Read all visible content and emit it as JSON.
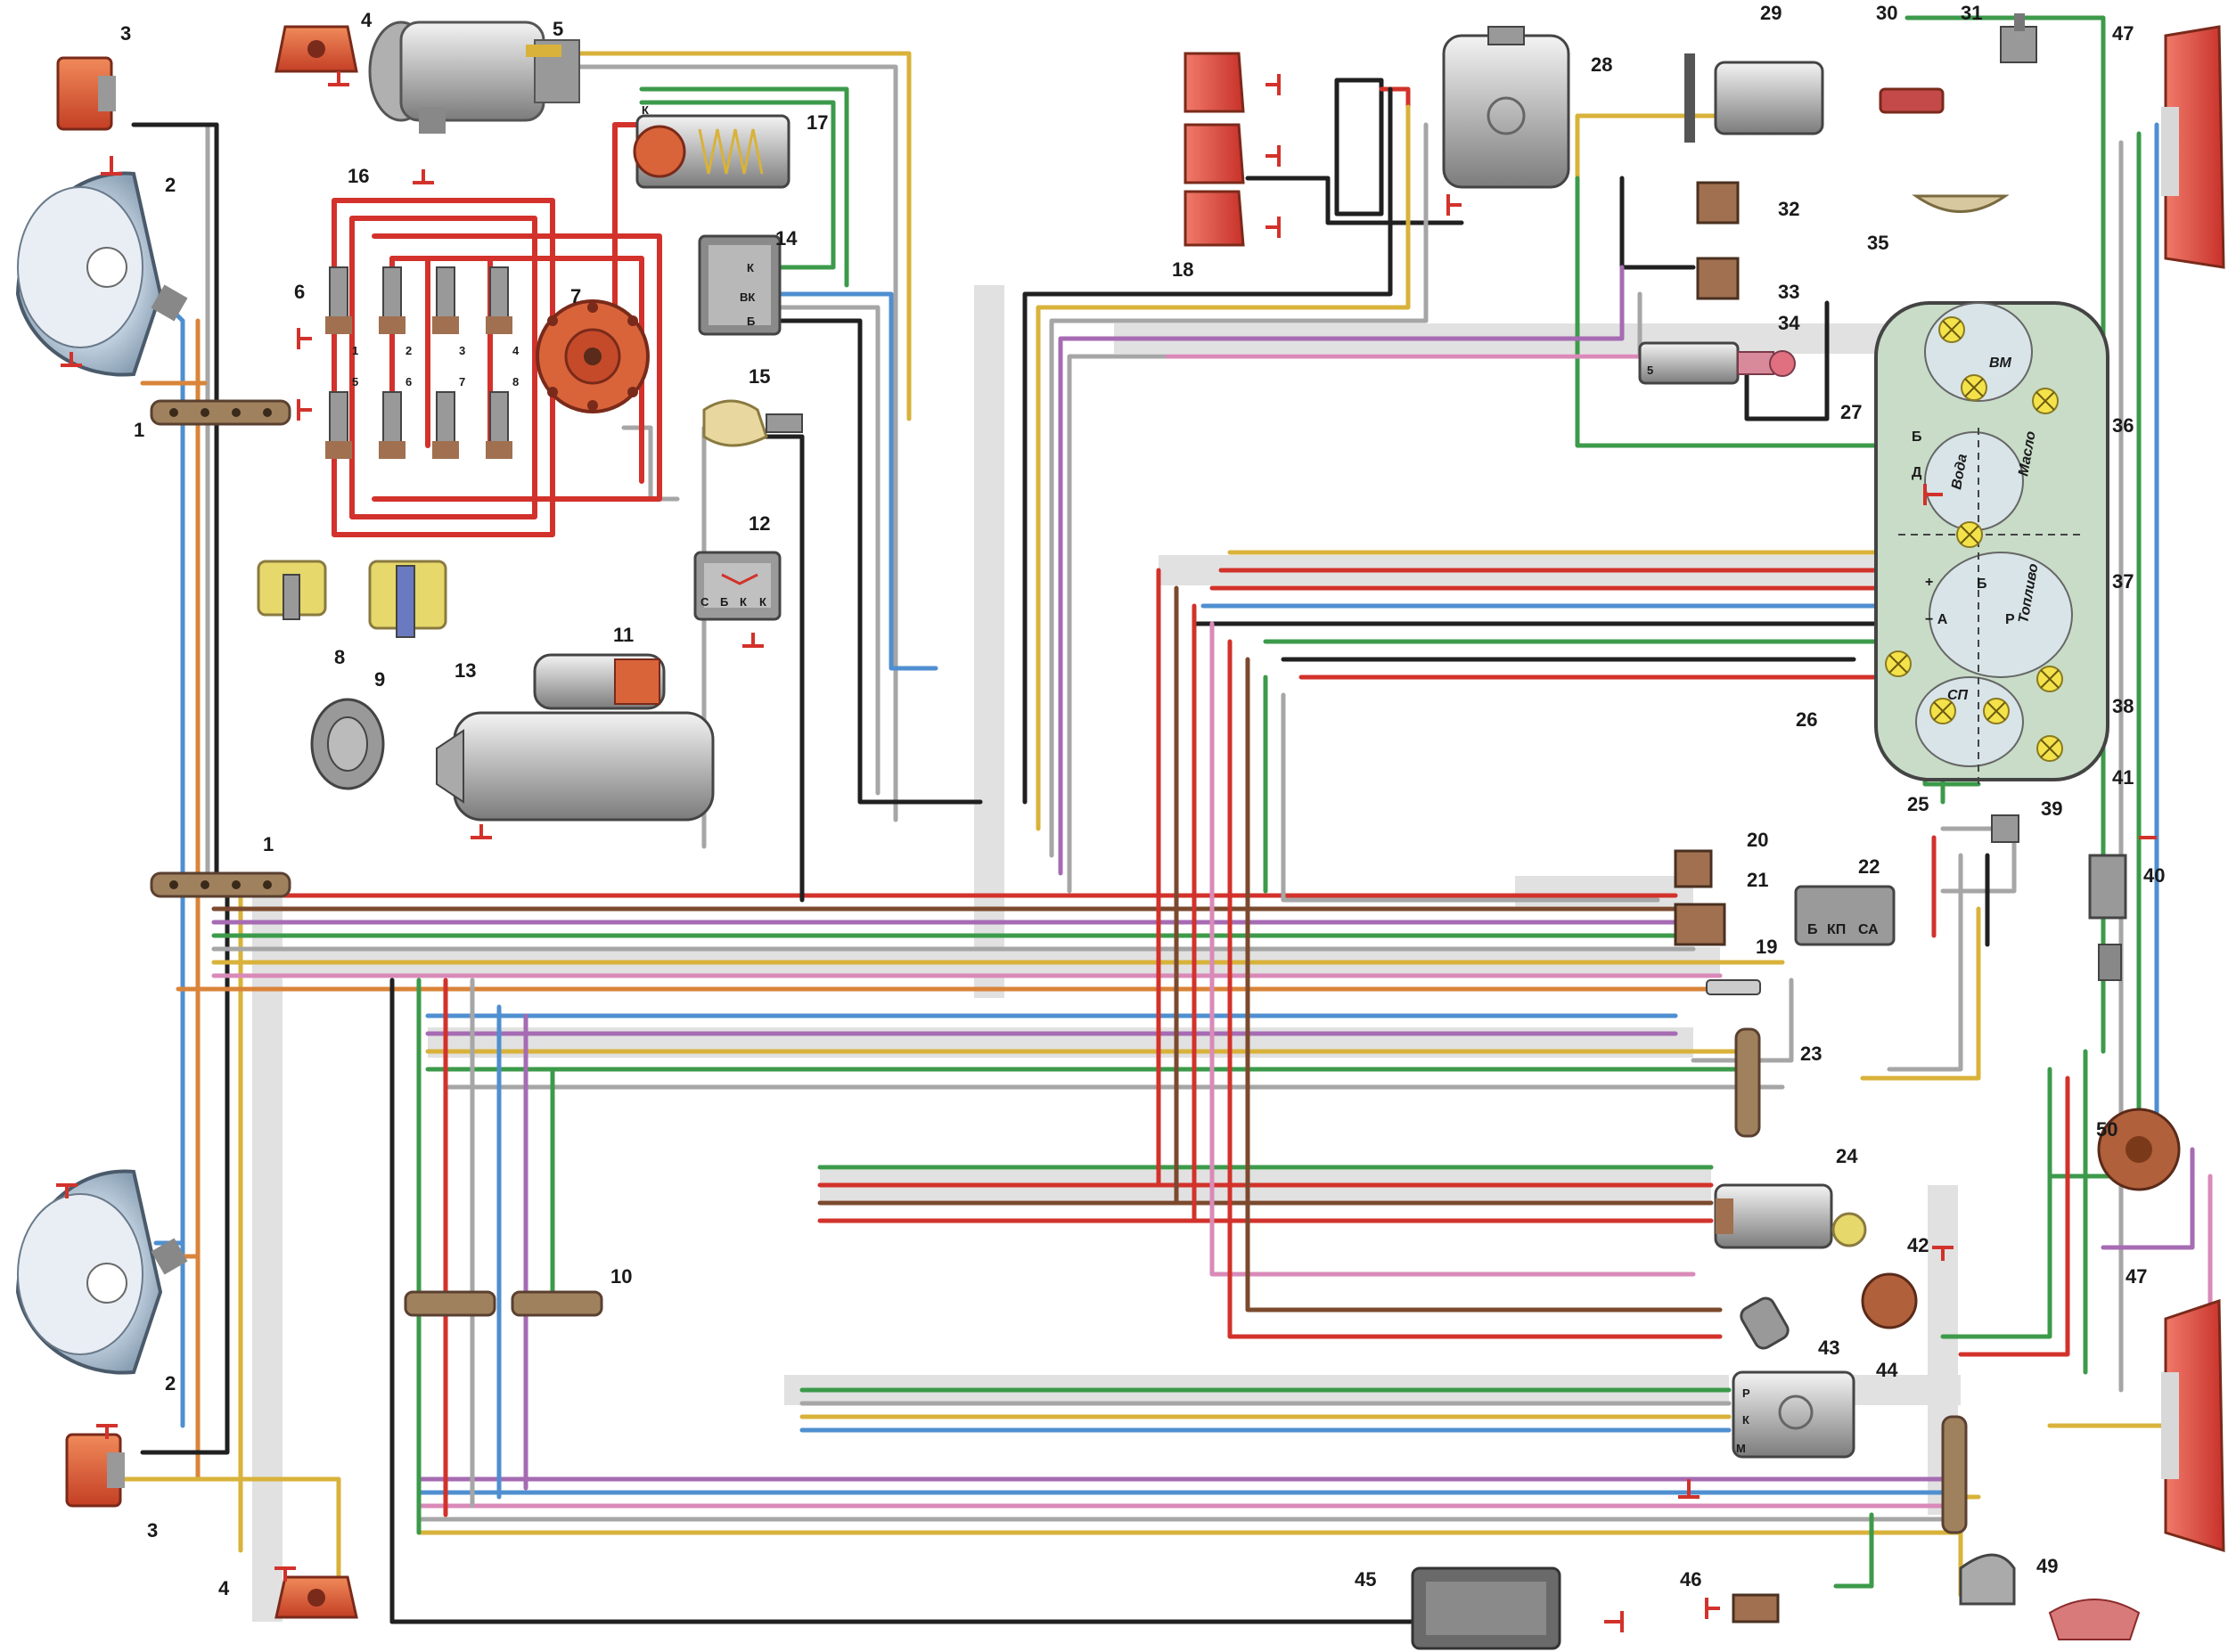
{
  "components": [
    {
      "id": "1",
      "label": "1"
    },
    {
      "id": "2",
      "label": "2"
    },
    {
      "id": "3",
      "label": "3"
    },
    {
      "id": "4",
      "label": "4"
    },
    {
      "id": "5",
      "label": "5"
    },
    {
      "id": "6",
      "label": "6"
    },
    {
      "id": "7",
      "label": "7"
    },
    {
      "id": "8",
      "label": "8"
    },
    {
      "id": "9",
      "label": "9"
    },
    {
      "id": "10",
      "label": "10"
    },
    {
      "id": "11",
      "label": "11"
    },
    {
      "id": "12",
      "label": "12"
    },
    {
      "id": "13",
      "label": "13"
    },
    {
      "id": "14",
      "label": "14"
    },
    {
      "id": "15",
      "label": "15"
    },
    {
      "id": "16",
      "label": "16"
    },
    {
      "id": "17",
      "label": "17"
    },
    {
      "id": "18",
      "label": "18"
    },
    {
      "id": "19",
      "label": "19"
    },
    {
      "id": "20",
      "label": "20"
    },
    {
      "id": "21",
      "label": "21"
    },
    {
      "id": "22",
      "label": "22"
    },
    {
      "id": "23",
      "label": "23"
    },
    {
      "id": "24",
      "label": "24"
    },
    {
      "id": "25",
      "label": "25"
    },
    {
      "id": "26",
      "label": "26"
    },
    {
      "id": "27",
      "label": "27"
    },
    {
      "id": "28",
      "label": "28"
    },
    {
      "id": "29",
      "label": "29"
    },
    {
      "id": "30",
      "label": "30"
    },
    {
      "id": "31",
      "label": "31"
    },
    {
      "id": "32",
      "label": "32"
    },
    {
      "id": "33",
      "label": "33"
    },
    {
      "id": "34",
      "label": "34"
    },
    {
      "id": "35",
      "label": "35"
    },
    {
      "id": "36",
      "label": "36"
    },
    {
      "id": "37",
      "label": "37"
    },
    {
      "id": "38",
      "label": "38"
    },
    {
      "id": "39",
      "label": "39"
    },
    {
      "id": "40",
      "label": "40"
    },
    {
      "id": "41",
      "label": "41"
    },
    {
      "id": "42",
      "label": "42"
    },
    {
      "id": "43",
      "label": "43"
    },
    {
      "id": "44",
      "label": "44"
    },
    {
      "id": "45",
      "label": "45"
    },
    {
      "id": "46",
      "label": "46"
    },
    {
      "id": "47",
      "label": "47"
    },
    {
      "id": "49",
      "label": "49"
    },
    {
      "id": "50",
      "label": "50"
    }
  ],
  "spark_plugs": {
    "top": [
      "1",
      "2",
      "3",
      "4"
    ],
    "bottom": [
      "5",
      "6",
      "7",
      "8"
    ]
  },
  "terminals": {
    "regulator_14": [
      "К",
      "ВК",
      "Б"
    ],
    "relay_12": [
      "С",
      "Б",
      "К",
      "К"
    ],
    "unit_22": [
      "Б",
      "КП",
      "СА"
    ],
    "relay_44": [
      "Р",
      "К",
      "М"
    ],
    "switch_34": "5",
    "coil_17": "К"
  },
  "cluster": {
    "lamp_bm": "ВМ",
    "lamp_sp": "СП",
    "water_label": "Вода",
    "oil_label": "Масло",
    "fuel_label": "Топливо",
    "terminals": [
      "Б",
      "Д",
      "+",
      "− А",
      "Б",
      "Р"
    ]
  },
  "wire_colors": {
    "red": "#d2322b",
    "brown": "#7b4a2e",
    "green": "#3c9a4a",
    "blue": "#4f8fd0",
    "yellow": "#d8b23a",
    "black": "#202020",
    "grey": "#a6a6a6",
    "purple": "#a66bb3",
    "pink": "#d98ab8",
    "orange": "#d9843a",
    "white": "#e6e6e6"
  }
}
